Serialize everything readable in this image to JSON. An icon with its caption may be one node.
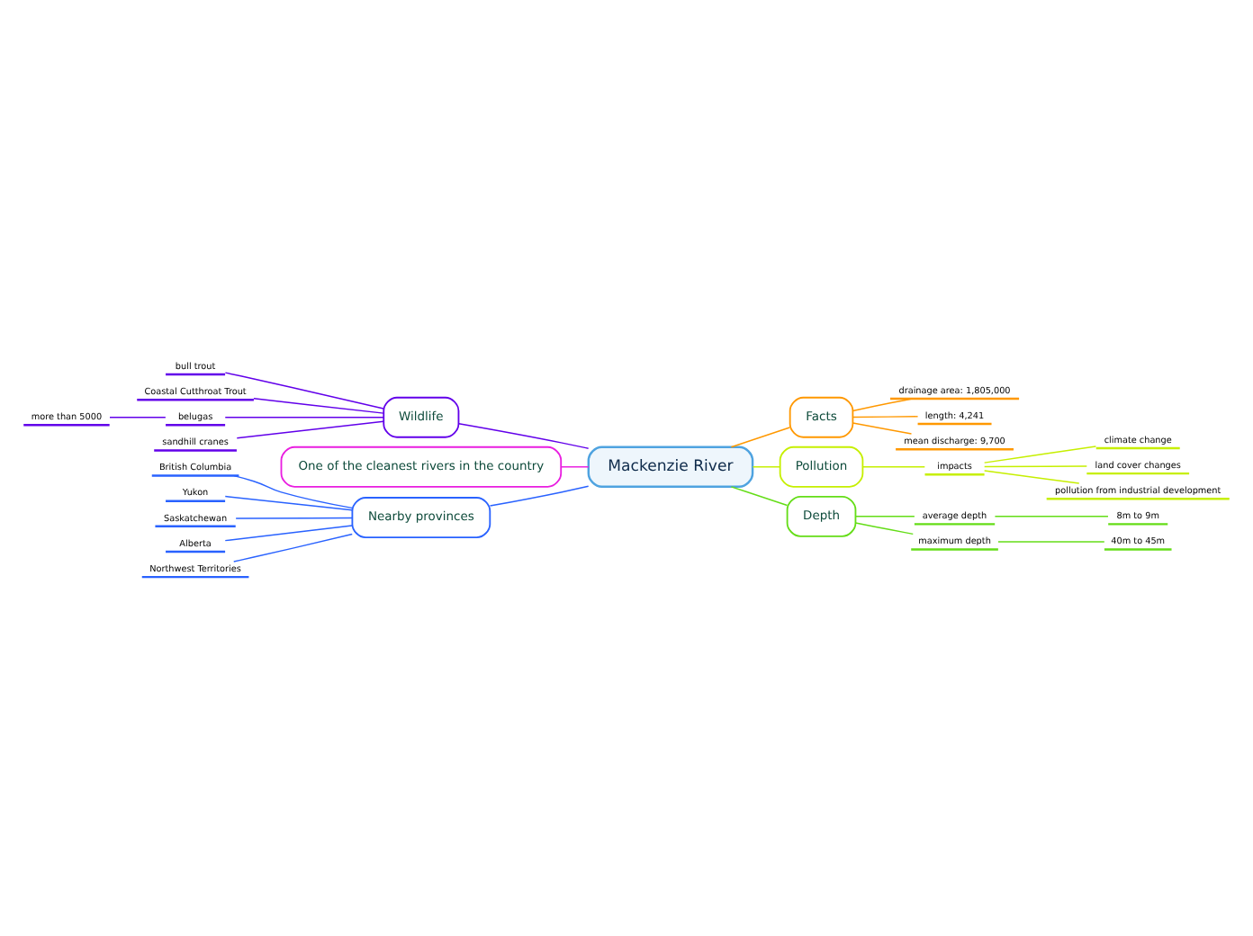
{
  "diagram": {
    "nodes": [
      {
        "text": [
          "Nearby provinces"
        ]
      },
      {
        "text": [
          "British Columbia"
        ]
      },
      {
        "text": [
          "Yukon"
        ]
      },
      {
        "text": [
          "Saskatchewan"
        ]
      },
      {
        "text": [
          "Alberta"
        ]
      },
      {
        "text": [
          "Northwest Territories"
        ]
      },
      {
        "text": [
          "Facts"
        ]
      },
      {
        "text": [
          "drainage area: 1,805,000"
        ]
      },
      {
        "text": [
          "length: 4,241"
        ]
      },
      {
        "text": [
          "mean discharge: 9,700"
        ]
      },
      {
        "text": [
          "bull trout"
        ]
      },
      {
        "text": [
          "Coastal Cutthroat Trout"
        ]
      },
      {
        "text": [
          "Wildlife"
        ]
      },
      {
        "text": [
          "Mackenzie River"
        ]
      },
      {
        "text": [
          "more than 5000"
        ]
      },
      {
        "text": [
          "belugas"
        ]
      },
      {
        "text": [
          "impacts"
        ]
      },
      {
        "text": [
          "Pollution"
        ]
      },
      {
        "text": [
          "climate change"
        ]
      },
      {
        "text": [
          "land cover changes"
        ]
      },
      {
        "text": [
          "pollution from industrial development"
        ]
      },
      {
        "text": [
          "sandhill cranes"
        ]
      },
      {
        "text": [
          "Depth"
        ]
      },
      {
        "text": [
          "average depth"
        ]
      },
      {
        "text": [
          "8m to 9m"
        ]
      },
      {
        "text": [
          "maximum depth"
        ]
      },
      {
        "text": [
          "40m to 45m"
        ]
      },
      {
        "text": [
          "One of the cleanest rivers in the country"
        ]
      }
    ],
    "edges": [
      {
        "from": 0,
        "to": 13,
        "arrow": "none",
        "color": "#2962ff"
      },
      {
        "from": 1,
        "to": 0,
        "arrow": "none",
        "color": "#2962ff"
      },
      {
        "from": 2,
        "to": 0,
        "arrow": "none",
        "color": "#2962ff"
      },
      {
        "from": 3,
        "to": 0,
        "arrow": "none",
        "color": "#2962ff"
      },
      {
        "from": 4,
        "to": 0,
        "arrow": "none",
        "color": "#2962ff"
      },
      {
        "from": 5,
        "to": 0,
        "arrow": "none",
        "color": "#2962ff"
      },
      {
        "from": 12,
        "to": 13,
        "arrow": "none",
        "color": "#6200ea"
      },
      {
        "from": 10,
        "to": 12,
        "arrow": "none",
        "color": "#6200ea"
      },
      {
        "from": 11,
        "to": 12,
        "arrow": "none",
        "color": "#6200ea"
      },
      {
        "from": 15,
        "to": 12,
        "arrow": "none",
        "color": "#6200ea"
      },
      {
        "from": 14,
        "to": 15,
        "arrow": "none",
        "color": "#6200ea"
      },
      {
        "from": 21,
        "to": 12,
        "arrow": "none",
        "color": "#6200ea"
      },
      {
        "from": 27,
        "to": 13,
        "arrow": "none",
        "color": "#e91ee0"
      },
      {
        "from": 13,
        "to": 6,
        "arrow": "none",
        "color": "#ff9800"
      },
      {
        "from": 6,
        "to": 7,
        "arrow": "none",
        "color": "#ff9800"
      },
      {
        "from": 6,
        "to": 8,
        "arrow": "none",
        "color": "#ff9800"
      },
      {
        "from": 6,
        "to": 9,
        "arrow": "none",
        "color": "#ff9800"
      },
      {
        "from": 13,
        "to": 17,
        "arrow": "none",
        "color": "#c6ef00"
      },
      {
        "from": 17,
        "to": 16,
        "arrow": "none",
        "color": "#c6ef00"
      },
      {
        "from": 16,
        "to": 18,
        "arrow": "none",
        "color": "#c6ef00"
      },
      {
        "from": 16,
        "to": 19,
        "arrow": "none",
        "color": "#c6ef00"
      },
      {
        "from": 16,
        "to": 20,
        "arrow": "none",
        "color": "#c6ef00"
      },
      {
        "from": 13,
        "to": 22,
        "arrow": "none",
        "color": "#64dd17"
      },
      {
        "from": 22,
        "to": 23,
        "arrow": "none",
        "color": "#64dd17"
      },
      {
        "from": 23,
        "to": 24,
        "arrow": "none",
        "color": "#64dd17"
      },
      {
        "from": 22,
        "to": 25,
        "arrow": "none",
        "color": "#64dd17"
      },
      {
        "from": 25,
        "to": 26,
        "arrow": "none",
        "color": "#64dd17"
      }
    ]
  }
}
